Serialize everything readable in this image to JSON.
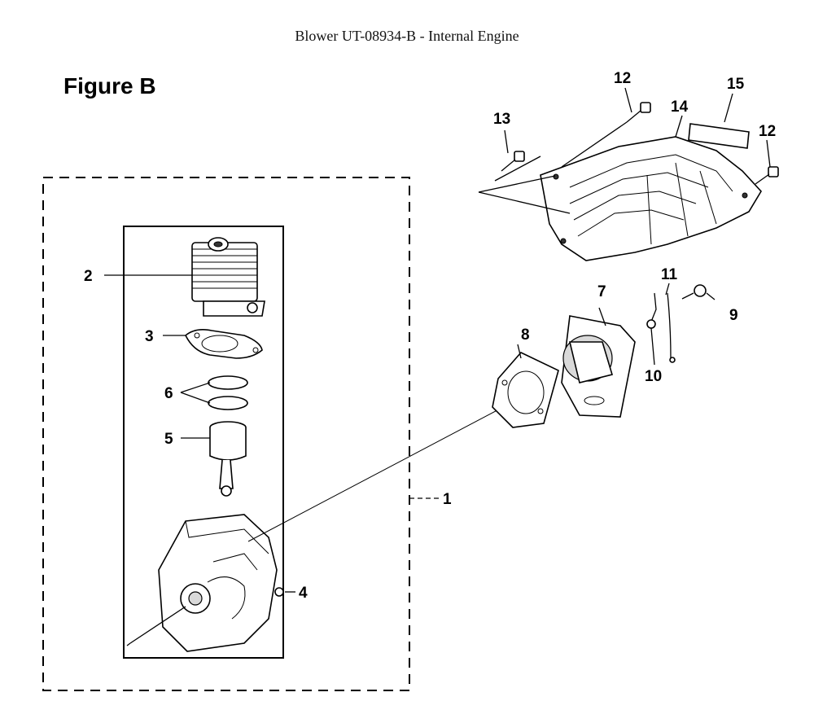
{
  "header": {
    "title": "Blower UT-08934-B - Internal Engine",
    "figure_label": "Figure B"
  },
  "callouts": {
    "c1": "1",
    "c2": "2",
    "c3": "3",
    "c4": "4",
    "c5": "5",
    "c6": "6",
    "c7": "7",
    "c8": "8",
    "c9": "9",
    "c10": "10",
    "c11": "11",
    "c12a": "12",
    "c12b": "12",
    "c13": "13",
    "c14": "14",
    "c15": "15"
  }
}
